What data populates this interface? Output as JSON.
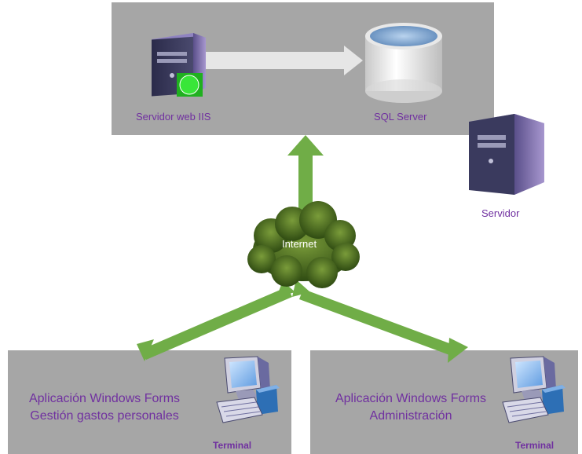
{
  "labels": {
    "web_server": "Servidor web IIS",
    "sql_server": "SQL Server",
    "server": "Servidor",
    "internet": "Internet",
    "app_left_line1": "Aplicación Windows Forms",
    "app_left_line2": "Gestión gastos personales",
    "app_right_line1": "Aplicación Windows Forms",
    "app_right_line2": "Administración",
    "terminal_left": "Terminal",
    "terminal_right": "Terminal"
  },
  "colors": {
    "panel": "#a6a6a6",
    "label_text": "#7030a0",
    "arrow": "#70ad47",
    "cloud": "#4a6b1e",
    "status_light": "#22dd22"
  },
  "icons": [
    "server-tower-icon",
    "database-cylinder-icon",
    "cloud-icon",
    "computer-terminal-icon"
  ]
}
